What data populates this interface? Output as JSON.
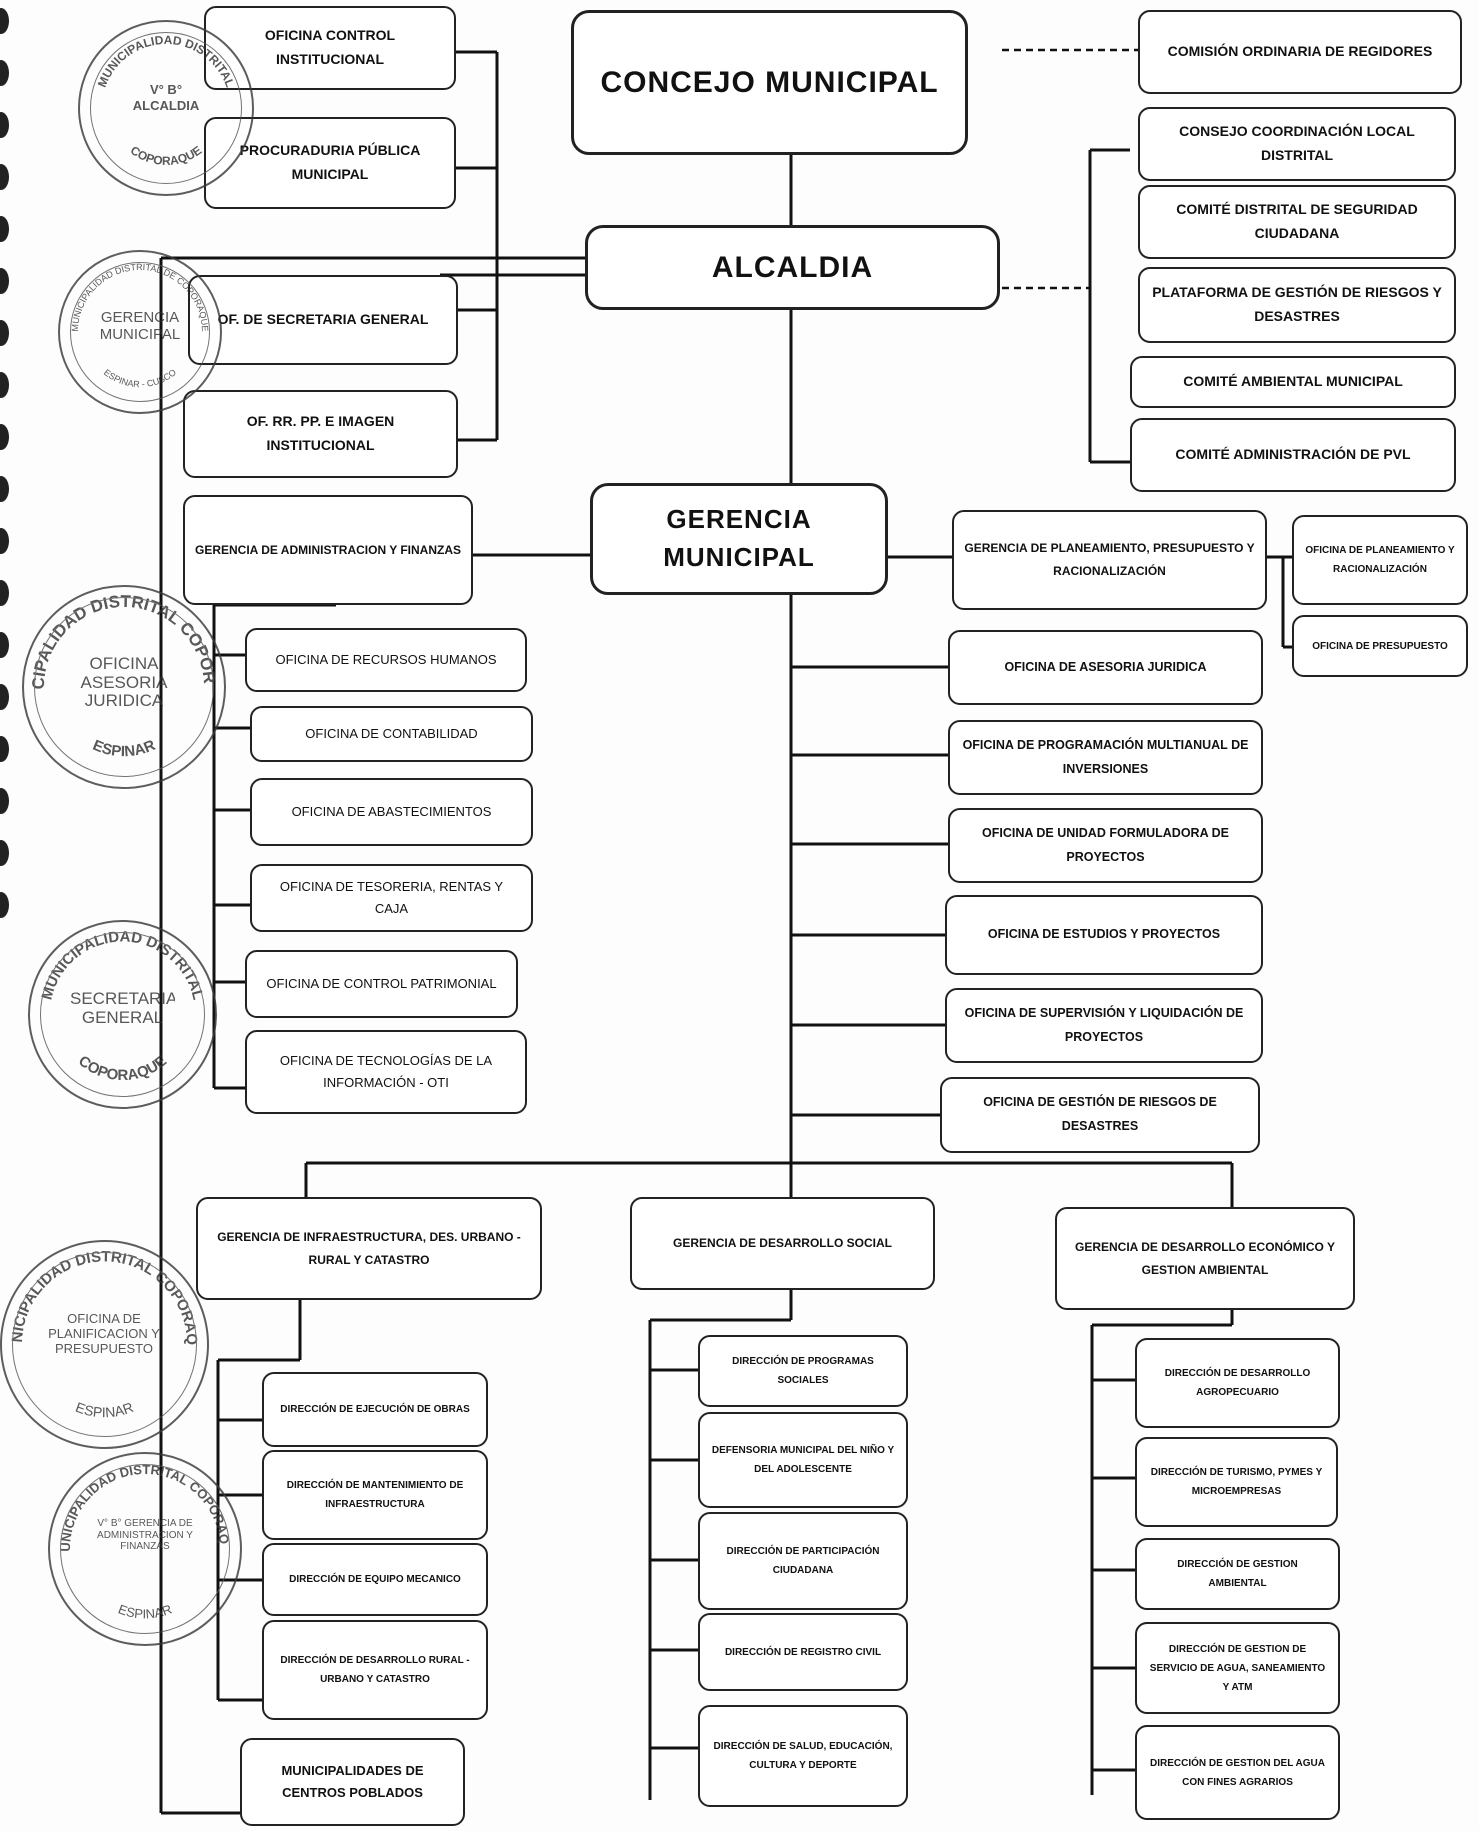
{
  "chart": {
    "concejo": "CONCEJO MUNICIPAL",
    "alcaldia": "ALCALDIA",
    "gerencia_municipal": "GERENCIA MUNICIPAL",
    "left_top": [
      "OFICINA CONTROL INSTITUCIONAL",
      "PROCURADURIA PÚBLICA MUNICIPAL",
      "OF. DE SECRETARIA GENERAL",
      "OF. RR. PP. E IMAGEN INSTITUCIONAL"
    ],
    "right_top": [
      "COMISIÓN ORDINARIA DE REGIDORES",
      "CONSEJO COORDINACIÓN LOCAL DISTRITAL",
      "COMITÉ DISTRITAL DE SEGURIDAD CIUDADANA",
      "PLATAFORMA DE GESTIÓN DE RIESGOS Y DESASTRES",
      "COMITÉ AMBIENTAL MUNICIPAL",
      "COMITÉ ADMINISTRACIÓN DE PVL"
    ],
    "admin": {
      "title": "GERENCIA DE ADMINISTRACION Y FINANZAS",
      "offices": [
        "OFICINA DE RECURSOS HUMANOS",
        "OFICINA DE CONTABILIDAD",
        "OFICINA DE ABASTECIMIENTOS",
        "OFICINA DE TESORERIA, RENTAS Y CAJA",
        "OFICINA DE CONTROL PATRIMONIAL",
        "OFICINA DE TECNOLOGÍAS DE LA INFORMACIÓN - OTI"
      ]
    },
    "planeamiento": {
      "title": "GERENCIA DE PLANEAMIENTO, PRESUPUESTO Y RACIONALIZACIÓN",
      "offices": [
        "OFICINA DE PLANEAMIENTO Y RACIONALIZACIÓN",
        "OFICINA DE PRESUPUESTO"
      ]
    },
    "right_offices": [
      "OFICINA DE ASESORIA JURIDICA",
      "OFICINA DE PROGRAMACIÓN MULTIANUAL DE INVERSIONES",
      "OFICINA DE UNIDAD FORMULADORA DE PROYECTOS",
      "OFICINA DE ESTUDIOS Y PROYECTOS",
      "OFICINA DE SUPERVISIÓN Y LIQUIDACIÓN DE PROYECTOS",
      "OFICINA DE GESTIÓN DE RIESGOS DE DESASTRES"
    ],
    "infra": {
      "title": "GERENCIA DE INFRAESTRUCTURA, DES. URBANO - RURAL Y CATASTRO",
      "items": [
        "DIRECCIÓN DE EJECUCIÓN DE OBRAS",
        "DIRECCIÓN DE MANTENIMIENTO DE INFRAESTRUCTURA",
        "DIRECCIÓN DE EQUIPO MECANICO",
        "DIRECCIÓN DE DESARROLLO RURAL - URBANO Y CATASTRO"
      ]
    },
    "social": {
      "title": "GERENCIA DE DESARROLLO SOCIAL",
      "items": [
        "DIRECCIÓN DE PROGRAMAS SOCIALES",
        "DEFENSORIA MUNICIPAL DEL NIÑO Y DEL ADOLESCENTE",
        "DIRECCIÓN DE PARTICIPACIÓN CIUDADANA",
        "DIRECCIÓN DE REGISTRO CIVIL",
        "DIRECCIÓN DE SALUD, EDUCACIÓN, CULTURA Y DEPORTE"
      ]
    },
    "economico": {
      "title": "GERENCIA DE DESARROLLO ECONÓMICO Y GESTION AMBIENTAL",
      "items": [
        "DIRECCIÓN DE DESARROLLO AGROPECUARIO",
        "DIRECCIÓN DE TURISMO, PYMES Y MICROEMPRESAS",
        "DIRECCIÓN DE GESTION AMBIENTAL",
        "DIRECCIÓN DE GESTION DE SERVICIO DE AGUA, SANEAMIENTO Y ATM",
        "DIRECCIÓN DE GESTION DEL AGUA CON FINES AGRARIOS"
      ]
    },
    "centros": "MUNICIPALIDADES DE CENTROS POBLADOS"
  },
  "stamps": [
    {
      "top": "MUNICIPALIDAD DISTRITAL",
      "center": "V° B° ALCALDIA",
      "bottom": "COPORAQUE"
    },
    {
      "top": "MUNICIPALIDAD DISTRITAL DE COPORAQUE",
      "center": "GERENCIA MUNICIPAL",
      "bottom": "ESPINAR - CUSCO"
    },
    {
      "top": "MUNICIPALIDAD DISTRITAL COPORAQUE",
      "center": "OFICINA ASESORIA JURIDICA",
      "bottom": "ESPINAR"
    },
    {
      "top": "MUNICIPALIDAD DISTRITAL",
      "center": "SECRETARIA GENERAL",
      "bottom": "COPORAQUE"
    },
    {
      "top": "MUNICIPALIDAD DISTRITAL COPORAQUE",
      "center": "OFICINA DE PLANIFICACION Y PRESUPUESTO",
      "bottom": "ESPINAR"
    },
    {
      "top": "MUNICIPALIDAD DISTRITAL COPORAQUE",
      "center": "V° B° GERENCIA DE ADMINISTRACION Y FINANZAS",
      "bottom": "ESPINAR"
    }
  ]
}
